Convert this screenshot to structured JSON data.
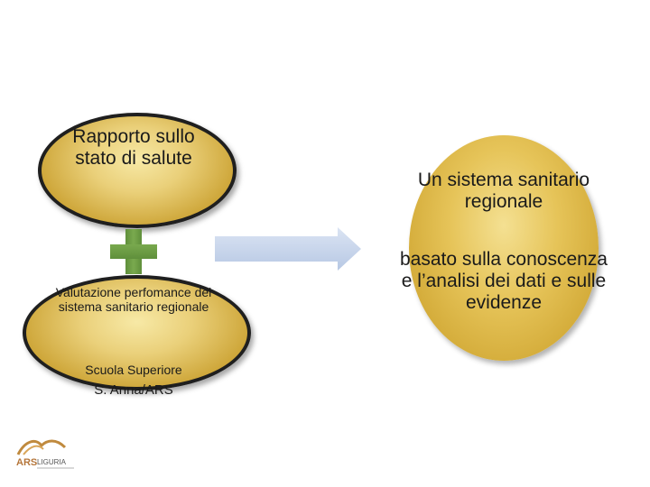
{
  "left_top_ellipse": {
    "text": "Rapporto sullo stato di salute"
  },
  "connector_plus": {
    "icon": "plus-icon",
    "color": "#6f9e45"
  },
  "left_bottom_ellipse": {
    "text": "Valutazione perfomance del sistema sanitario regionale",
    "line2": "Scuola Superiore",
    "line3": "S. Anna/ARS"
  },
  "arrow": {
    "icon": "arrow-right-icon",
    "color": "#c5d4ea"
  },
  "right_circle": {
    "title": "Un sistema sanitario regionale",
    "body": "basato sulla conoscenza e l’analisi dei dati e sulle evidenze"
  },
  "logo": {
    "text_ars": "ARS",
    "text_liguria": "LIGURIA"
  }
}
